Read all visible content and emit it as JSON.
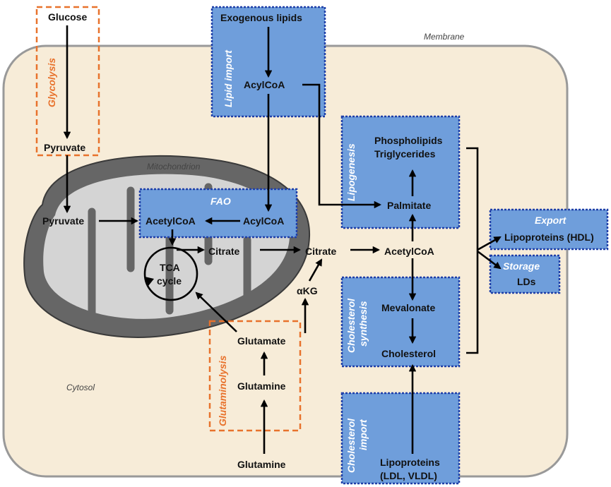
{
  "labels": {
    "membrane": "Membrane",
    "mitochondrion": "Mitochondrion",
    "cytosol": "Cytosol"
  },
  "pathways": {
    "glycolysis": "Glycolysis",
    "lipid_import": "Lipid import",
    "lipogenesis": "Lipogenesis",
    "fao": "FAO",
    "cholesterol_synthesis_line1": "Cholesterol",
    "cholesterol_synthesis_line2": "synthesis",
    "glutaminolysis": "Glutaminolysis",
    "cholesterol_import_line1": "Cholesterol",
    "cholesterol_import_line2": "import",
    "export": "Export",
    "storage": "Storage"
  },
  "metabolites": {
    "glucose": "Glucose",
    "pyruvate_cyto": "Pyruvate",
    "pyruvate_mito": "Pyruvate",
    "exogenous_lipids": "Exogenous lipids",
    "acylcoa_import": "AcylCoA",
    "phospholipids": "Phospholipids",
    "triglycerides": "Triglycerides",
    "palmitate": "Palmitate",
    "acetylcoa_mito": "AcetylCoA",
    "acylcoa_fao": "AcylCoA",
    "citrate_mito": "Citrate",
    "citrate_cyto": "Citrate",
    "acetylcoa_cyto": "AcetylCoA",
    "tca_line1": "TCA",
    "tca_line2": "cycle",
    "akg": "αKG",
    "glutamate": "Glutamate",
    "glutamine_in": "Glutamine",
    "glutamine_out": "Glutamine",
    "mevalonate": "Mevalonate",
    "cholesterol": "Cholesterol",
    "lipoproteins_ldl_line1": "Lipoproteins",
    "lipoproteins_ldl_line2": "(LDL, VLDL)",
    "lipoproteins_hdl": "Lipoproteins (HDL)",
    "lds": "LDs"
  },
  "colors": {
    "cell_fill": "#f7ecd8",
    "blue_box": "#6f9edb",
    "blue_border": "#1f3fa8",
    "orange": "#e8722c",
    "mito_outer": "#555555",
    "mito_inner": "#d0d0d0"
  }
}
